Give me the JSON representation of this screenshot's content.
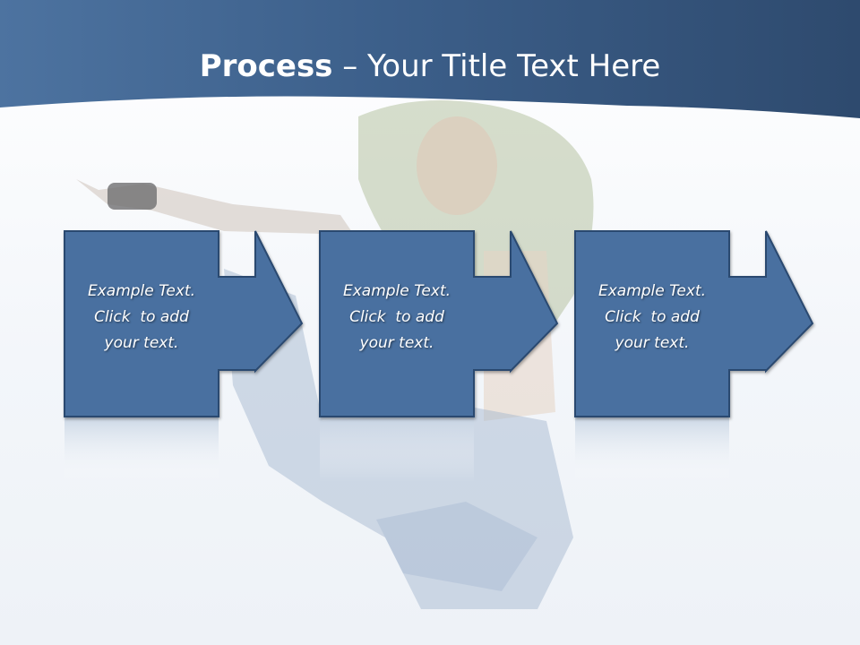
{
  "slide": {
    "title_strong": "Process",
    "title_rest": " – Your Title Text Here"
  },
  "colors": {
    "header_dark": "#2e4a6e",
    "header_light": "#4d73a0",
    "box_fill": "#4a70a0",
    "box_border": "#2c4a70"
  },
  "steps": [
    {
      "lines": [
        "Example Text.",
        "Click  to add",
        "your text."
      ]
    },
    {
      "lines": [
        "Example Text.",
        "Click  to add",
        "your text."
      ]
    },
    {
      "lines": [
        "Example Text.",
        "Click  to add",
        "your text."
      ]
    }
  ]
}
